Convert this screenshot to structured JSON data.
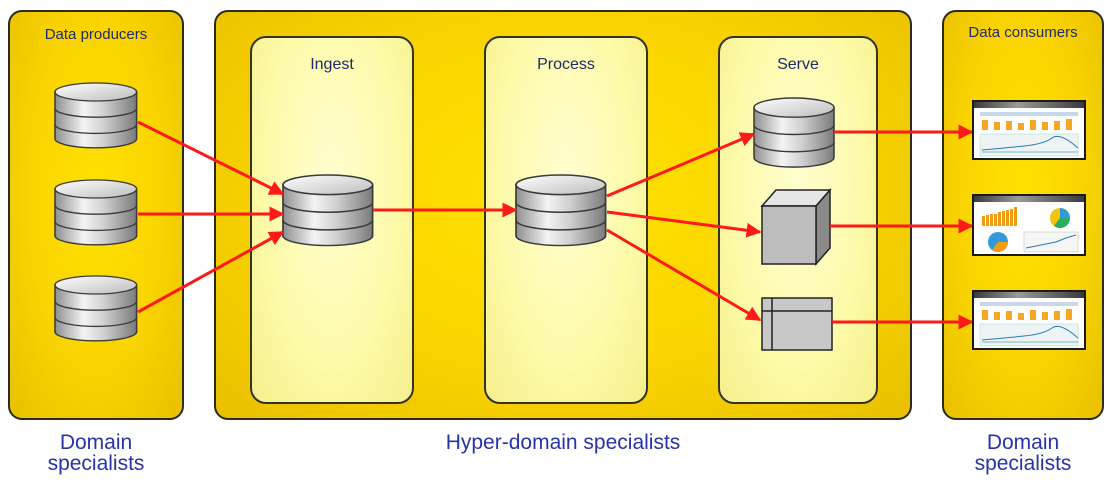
{
  "producers": {
    "title": "Data producers",
    "footer_line1": "Domain",
    "footer_line2": "specialists"
  },
  "hyper": {
    "footer": "Hyper-domain specialists"
  },
  "lanes": {
    "ingest": "Ingest",
    "process": "Process",
    "serve": "Serve"
  },
  "consumers": {
    "title": "Data consumers",
    "footer_line1": "Domain",
    "footer_line2": "specialists"
  },
  "colors": {
    "panel": "#fad400",
    "lane": "#fdfaa8",
    "arrow": "#ff1a1a",
    "footer_text": "#2833a8"
  },
  "icons": [
    "database-icon",
    "cube-icon",
    "table-icon",
    "dashboard-icon"
  ]
}
